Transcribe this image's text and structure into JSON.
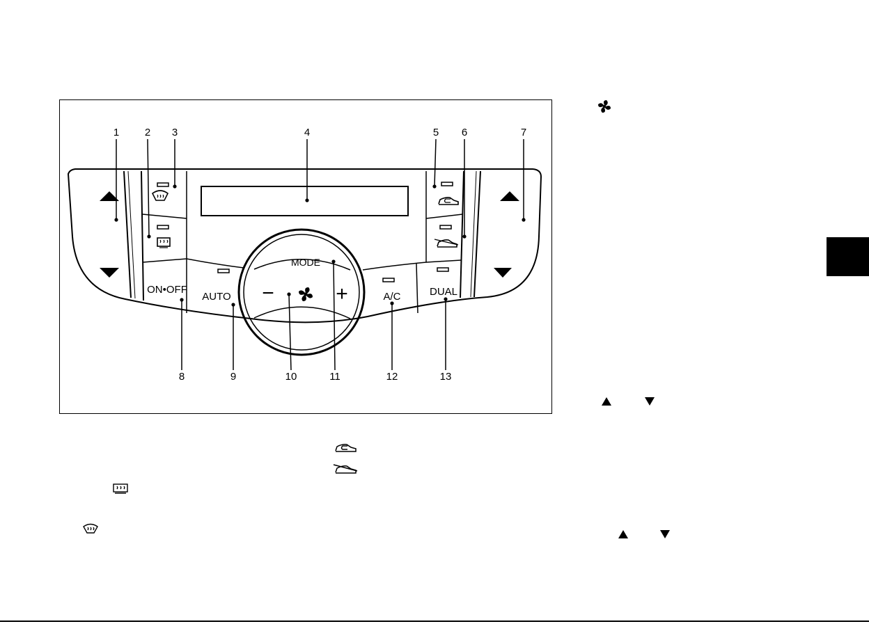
{
  "diagram": {
    "callouts": [
      "1",
      "2",
      "3",
      "4",
      "5",
      "6",
      "7",
      "8",
      "9",
      "10",
      "11",
      "12",
      "13"
    ],
    "buttons": {
      "on_off": "ON•OFF",
      "auto": "AUTO",
      "mode": "MODE",
      "minus": "−",
      "plus": "+",
      "ac": "A/C",
      "dual": "DUAL"
    }
  },
  "page_icons": {
    "fan": "fan-icon",
    "recirculation": "air-recirculation-icon",
    "outside_air": "outside-air-icon",
    "rear_defroster": "rear-defroster-icon",
    "front_defroster": "front-defroster-icon",
    "up": "up-arrow-icon",
    "down": "down-arrow-icon"
  },
  "colors": {
    "ink": "#000000",
    "paper": "#ffffff"
  }
}
